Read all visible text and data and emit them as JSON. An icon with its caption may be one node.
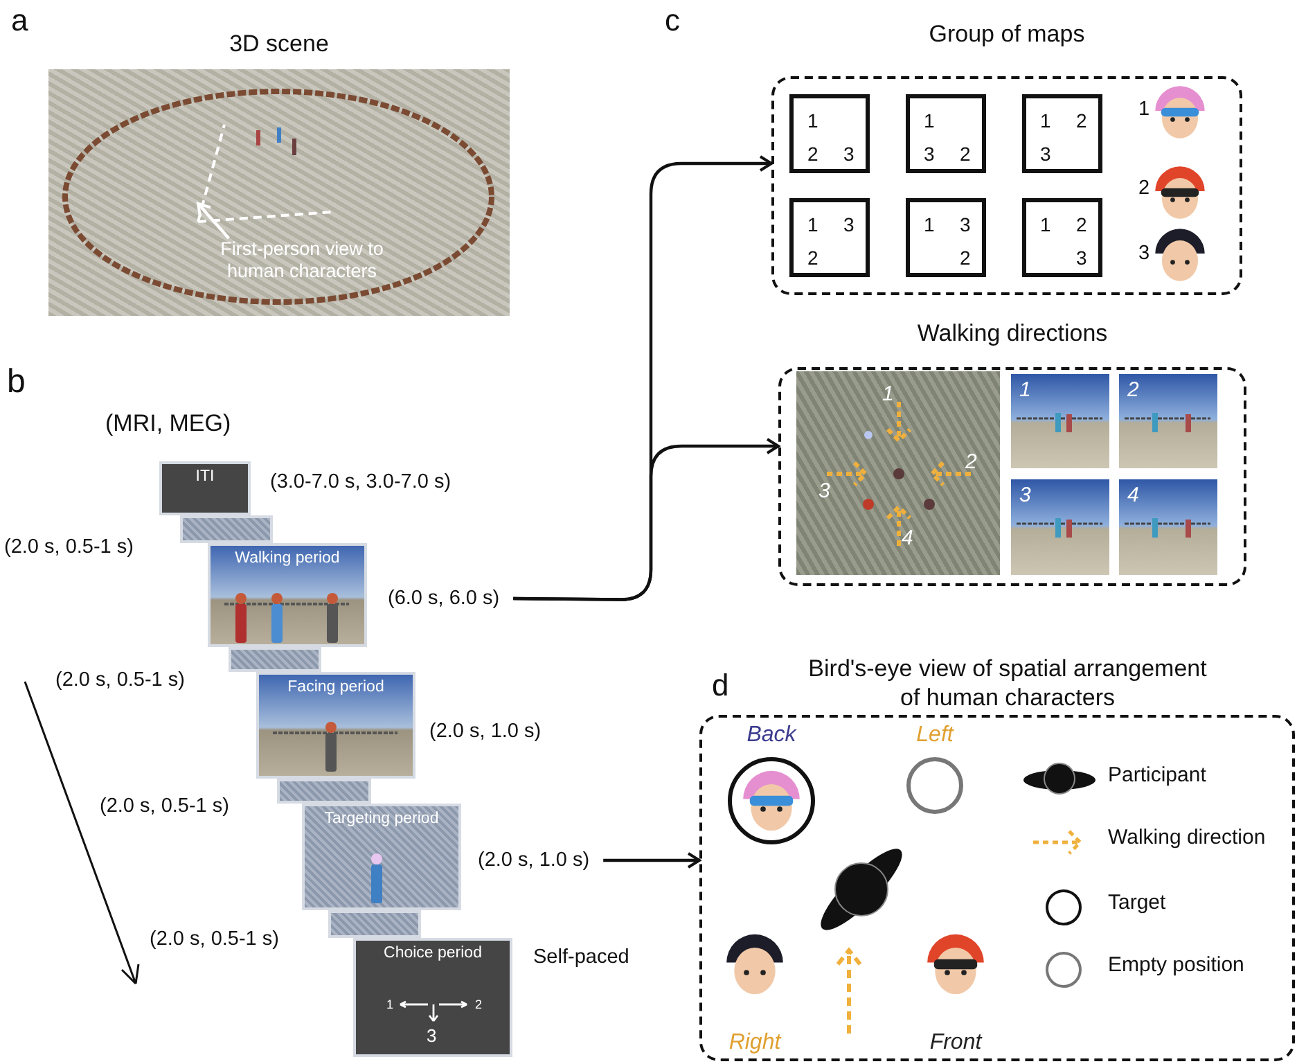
{
  "diagram": {
    "nodes": [
      {
        "text": [
          "3D scene"
        ]
      },
      {
        "text": [
          "First-person view to human characters"
        ],
        "in": 0
      },
      {
        "text": [
          "ITI"
        ],
        "beside": [
          "(3.0-7.0 s, 3.0-7.0 s)"
        ]
      },
      {
        "text": [],
        "shape": "box"
      },
      {
        "text": [
          "Walking period"
        ],
        "beside": [
          "(6.0 s, 6.0 s)"
        ]
      },
      {
        "text": [],
        "shape": "box"
      },
      {
        "text": [
          "Facing period"
        ],
        "beside": [
          "(2.0 s, 1.0 s)"
        ]
      },
      {
        "text": [],
        "shape": "box"
      },
      {
        "text": [
          "Targeting period"
        ],
        "beside": [
          "(2.0 s, 1.0 s)"
        ]
      },
      {
        "text": [],
        "shape": "box"
      },
      {
        "text": [
          "Choice period",
          "1",
          "2",
          "3"
        ],
        "beside": [
          "Self-paced"
        ]
      },
      {
        "text": [
          "Group of maps"
        ]
      },
      {
        "text": [
          "1",
          "2",
          "3"
        ],
        "in": 11
      },
      {
        "text": [
          "1",
          "3",
          "2"
        ],
        "in": 11
      },
      {
        "text": [
          "1",
          "2",
          "3"
        ],
        "in": 11
      },
      {
        "text": [
          "1",
          "3",
          "2"
        ],
        "in": 11
      },
      {
        "text": [
          "1",
          "3",
          "2"
        ],
        "in": 11
      },
      {
        "text": [
          "1",
          "2",
          "3"
        ],
        "in": 11
      },
      {
        "text": [],
        "shape": "picture",
        "in": 11,
        "beside": [
          "1"
        ]
      },
      {
        "text": [],
        "shape": "picture",
        "in": 11,
        "beside": [
          "2"
        ]
      },
      {
        "text": [],
        "shape": "picture",
        "in": 11,
        "beside": [
          "3"
        ]
      },
      {
        "text": [
          "Walking directions"
        ]
      },
      {
        "text": [
          "1",
          "2",
          "3",
          "4"
        ],
        "in": 21
      },
      {
        "text": [
          "1"
        ],
        "in": 21
      },
      {
        "text": [
          "2"
        ],
        "in": 21
      },
      {
        "text": [
          "3"
        ],
        "in": 21
      },
      {
        "text": [
          "4"
        ],
        "in": 21
      },
      {
        "text": [
          "Bird's-eye view of spatial arrangement of human characters"
        ]
      },
      {
        "text": [
          "Back"
        ],
        "in": 27
      },
      {
        "text": [
          "Left"
        ],
        "in": 27
      },
      {
        "text": [
          "Right"
        ],
        "in": 27
      },
      {
        "text": [
          "Front"
        ],
        "in": 27
      }
    ],
    "edges": [
      {
        "from": 1,
        "to": null,
        "arrow": "to",
        "color": "#ffffff"
      },
      {
        "from": 4,
        "to": 11,
        "arrow": "to"
      },
      {
        "from": 4,
        "to": 21,
        "arrow": "to"
      },
      {
        "from": 8,
        "to": 27,
        "arrow": "to"
      }
    ],
    "labels": [
      "a",
      "b",
      "(MRI, MEG)",
      "(2.0 s, 0.5-1 s)",
      "(2.0 s, 0.5-1 s)",
      "(2.0 s, 0.5-1 s)",
      "(2.0 s, 0.5-1 s)",
      "c",
      "d"
    ],
    "legend": [
      {
        "text": "Participant"
      },
      {
        "text": "Walking direction"
      },
      {
        "text": "Target"
      },
      {
        "text": "Empty position"
      }
    ]
  }
}
